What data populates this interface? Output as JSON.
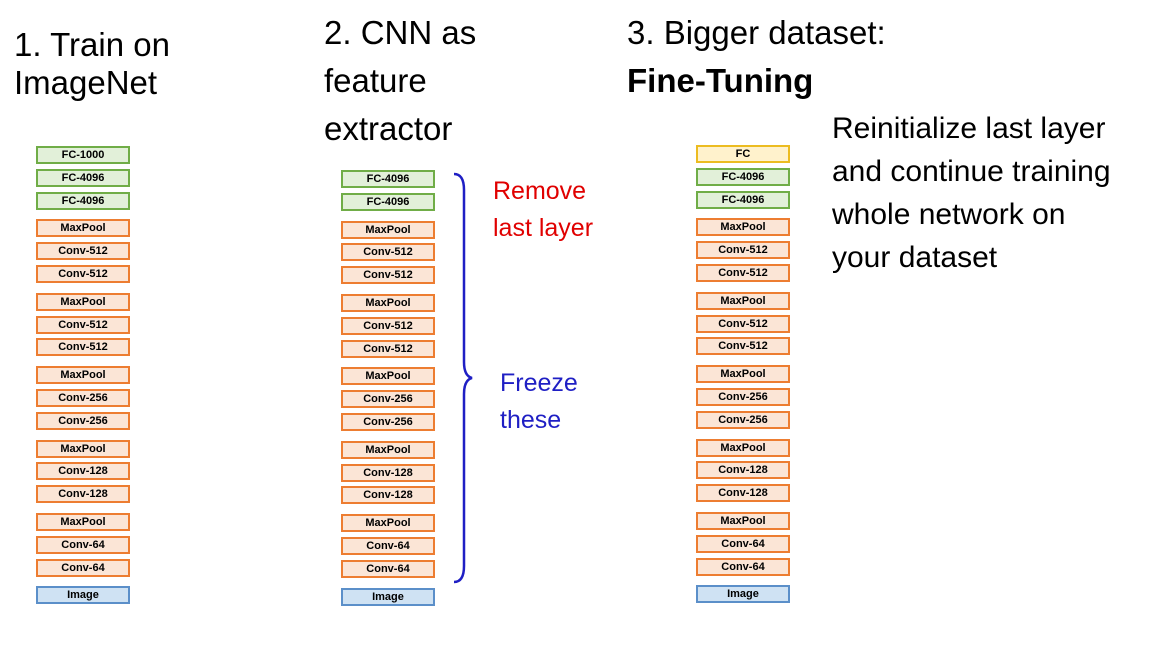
{
  "panels": [
    {
      "title_lines": [
        "1. Train on",
        "ImageNet"
      ],
      "layers": [
        "FC-1000",
        "FC-4096",
        "FC-4096",
        "MaxPool",
        "Conv-512",
        "Conv-512",
        "MaxPool",
        "Conv-512",
        "Conv-512",
        "MaxPool",
        "Conv-256",
        "Conv-256",
        "MaxPool",
        "Conv-128",
        "Conv-128",
        "MaxPool",
        "Conv-64",
        "Conv-64",
        "Image"
      ]
    },
    {
      "title_lines": [
        "2. CNN as",
        "feature",
        "extractor"
      ],
      "layers": [
        "FC-4096",
        "FC-4096",
        "MaxPool",
        "Conv-512",
        "Conv-512",
        "MaxPool",
        "Conv-512",
        "Conv-512",
        "MaxPool",
        "Conv-256",
        "Conv-256",
        "MaxPool",
        "Conv-128",
        "Conv-128",
        "MaxPool",
        "Conv-64",
        "Conv-64",
        "Image"
      ],
      "remove_note": [
        "Remove",
        "last layer"
      ],
      "freeze_note": [
        "Freeze",
        "these"
      ]
    },
    {
      "title_line1": "3. Bigger dataset:",
      "title_line2": "Fine-Tuning",
      "layers": [
        "FC",
        "FC-4096",
        "FC-4096",
        "MaxPool",
        "Conv-512",
        "Conv-512",
        "MaxPool",
        "Conv-512",
        "Conv-512",
        "MaxPool",
        "Conv-256",
        "Conv-256",
        "MaxPool",
        "Conv-128",
        "Conv-128",
        "MaxPool",
        "Conv-64",
        "Conv-64",
        "Image"
      ],
      "description": [
        "Reinitialize last layer",
        "and continue training",
        "whole network on",
        "your dataset"
      ]
    }
  ],
  "colors": {
    "conv_border": "#ed7d31",
    "conv_fill": "#fbe5d6",
    "fc_border": "#70ad47",
    "fc_fill": "#e2f0d9",
    "new_fc_border": "#ecbc21",
    "new_fc_fill": "#fff2cc",
    "image_border": "#5b8fc9",
    "image_fill": "#cfe2f3",
    "remove_text": "#e00000",
    "freeze_text": "#1f1fc4",
    "brace": "#1f1fc4"
  }
}
